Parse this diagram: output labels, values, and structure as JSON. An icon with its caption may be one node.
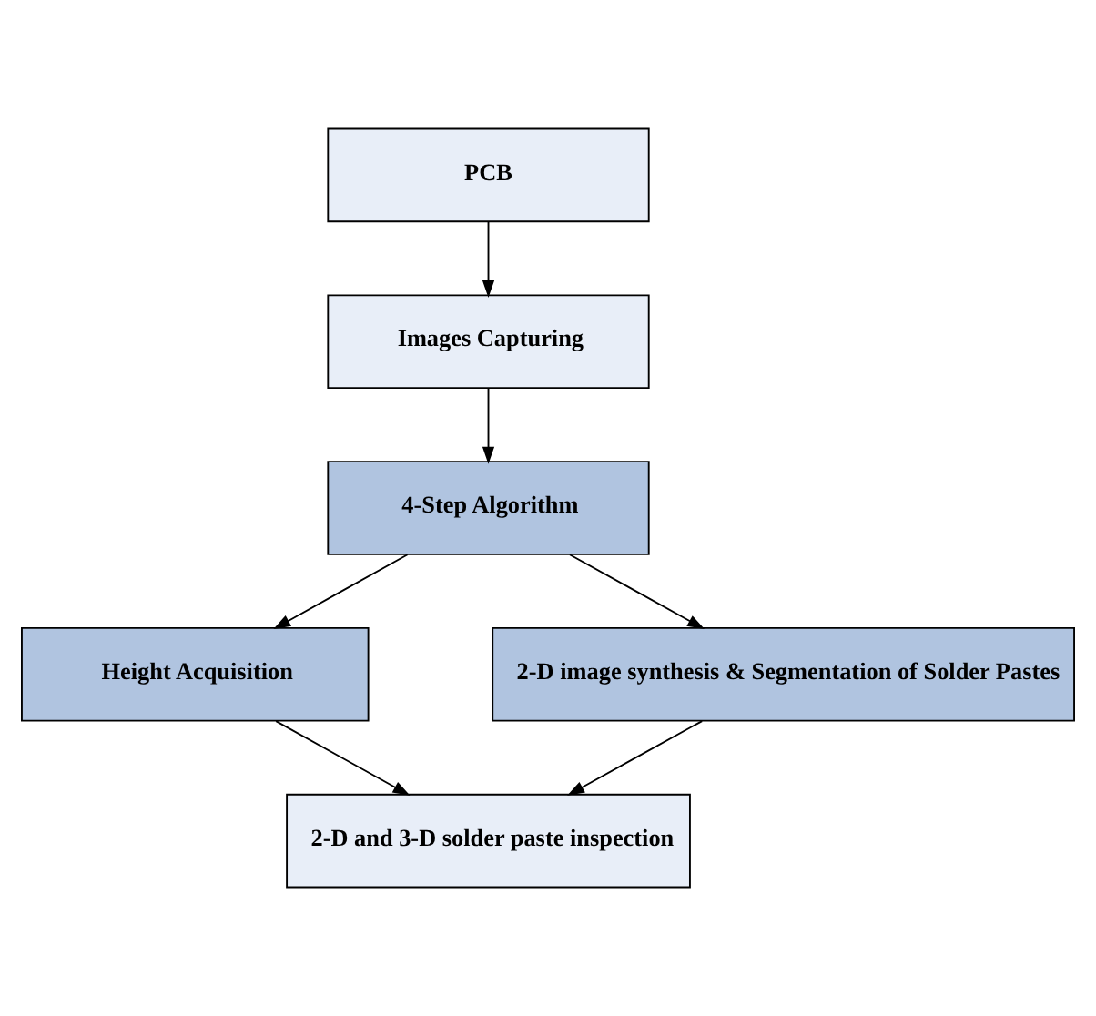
{
  "diagram": {
    "nodes": [
      {
        "text": [
          "PCB"
        ]
      },
      {
        "text": [
          "Images Capturing"
        ]
      },
      {
        "text": [
          "4-Step Algorithm"
        ]
      },
      {
        "text": [
          "Height Acquisition"
        ]
      },
      {
        "text": [
          "2-D image synthesis & Segmentation of Solder Pastes"
        ]
      },
      {
        "text": [
          "2-D and 3-D solder paste inspection"
        ]
      }
    ],
    "edges": [
      {
        "from": 0,
        "to": 1,
        "arrow": "to"
      },
      {
        "from": 1,
        "to": 2,
        "arrow": "to"
      },
      {
        "from": 2,
        "to": 3,
        "arrow": "to"
      },
      {
        "from": 2,
        "to": 4,
        "arrow": "to"
      },
      {
        "from": 3,
        "to": 5,
        "arrow": "to"
      },
      {
        "from": 4,
        "to": 5,
        "arrow": "to"
      }
    ]
  }
}
